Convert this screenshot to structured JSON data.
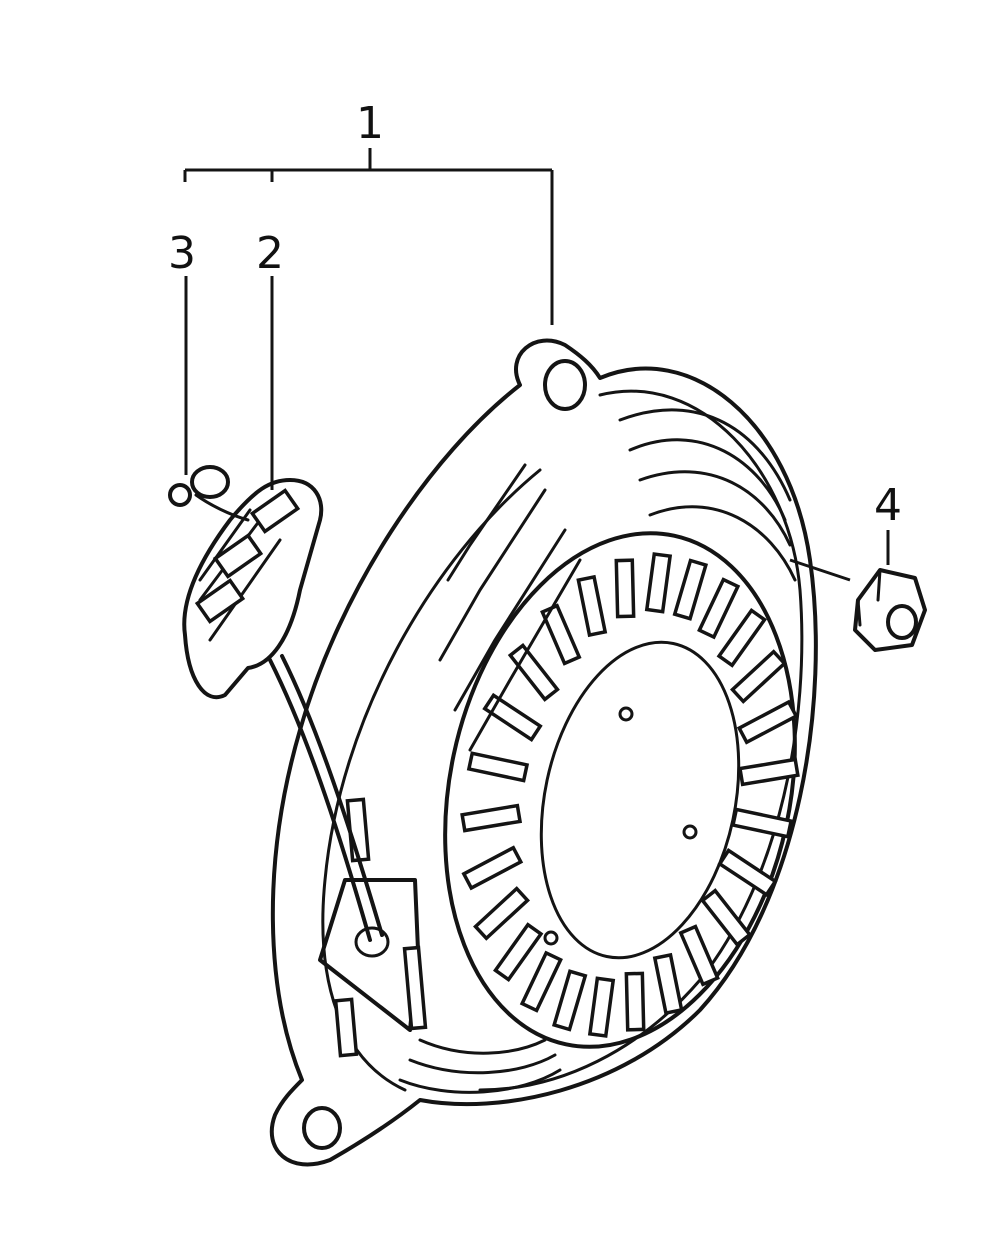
{
  "diagram": {
    "callouts": [
      {
        "id": "1",
        "label": "1"
      },
      {
        "id": "2",
        "label": "2"
      },
      {
        "id": "3",
        "label": "3"
      },
      {
        "id": "4",
        "label": "4"
      }
    ],
    "colors": {
      "ink": "#141414",
      "background": "#ffffff"
    },
    "parts": [
      {
        "callout": "1",
        "part": "recoil-starter-assembly"
      },
      {
        "callout": "2",
        "part": "starter-grip"
      },
      {
        "callout": "3",
        "part": "rope-clip"
      },
      {
        "callout": "4",
        "part": "hex-nut"
      }
    ]
  }
}
